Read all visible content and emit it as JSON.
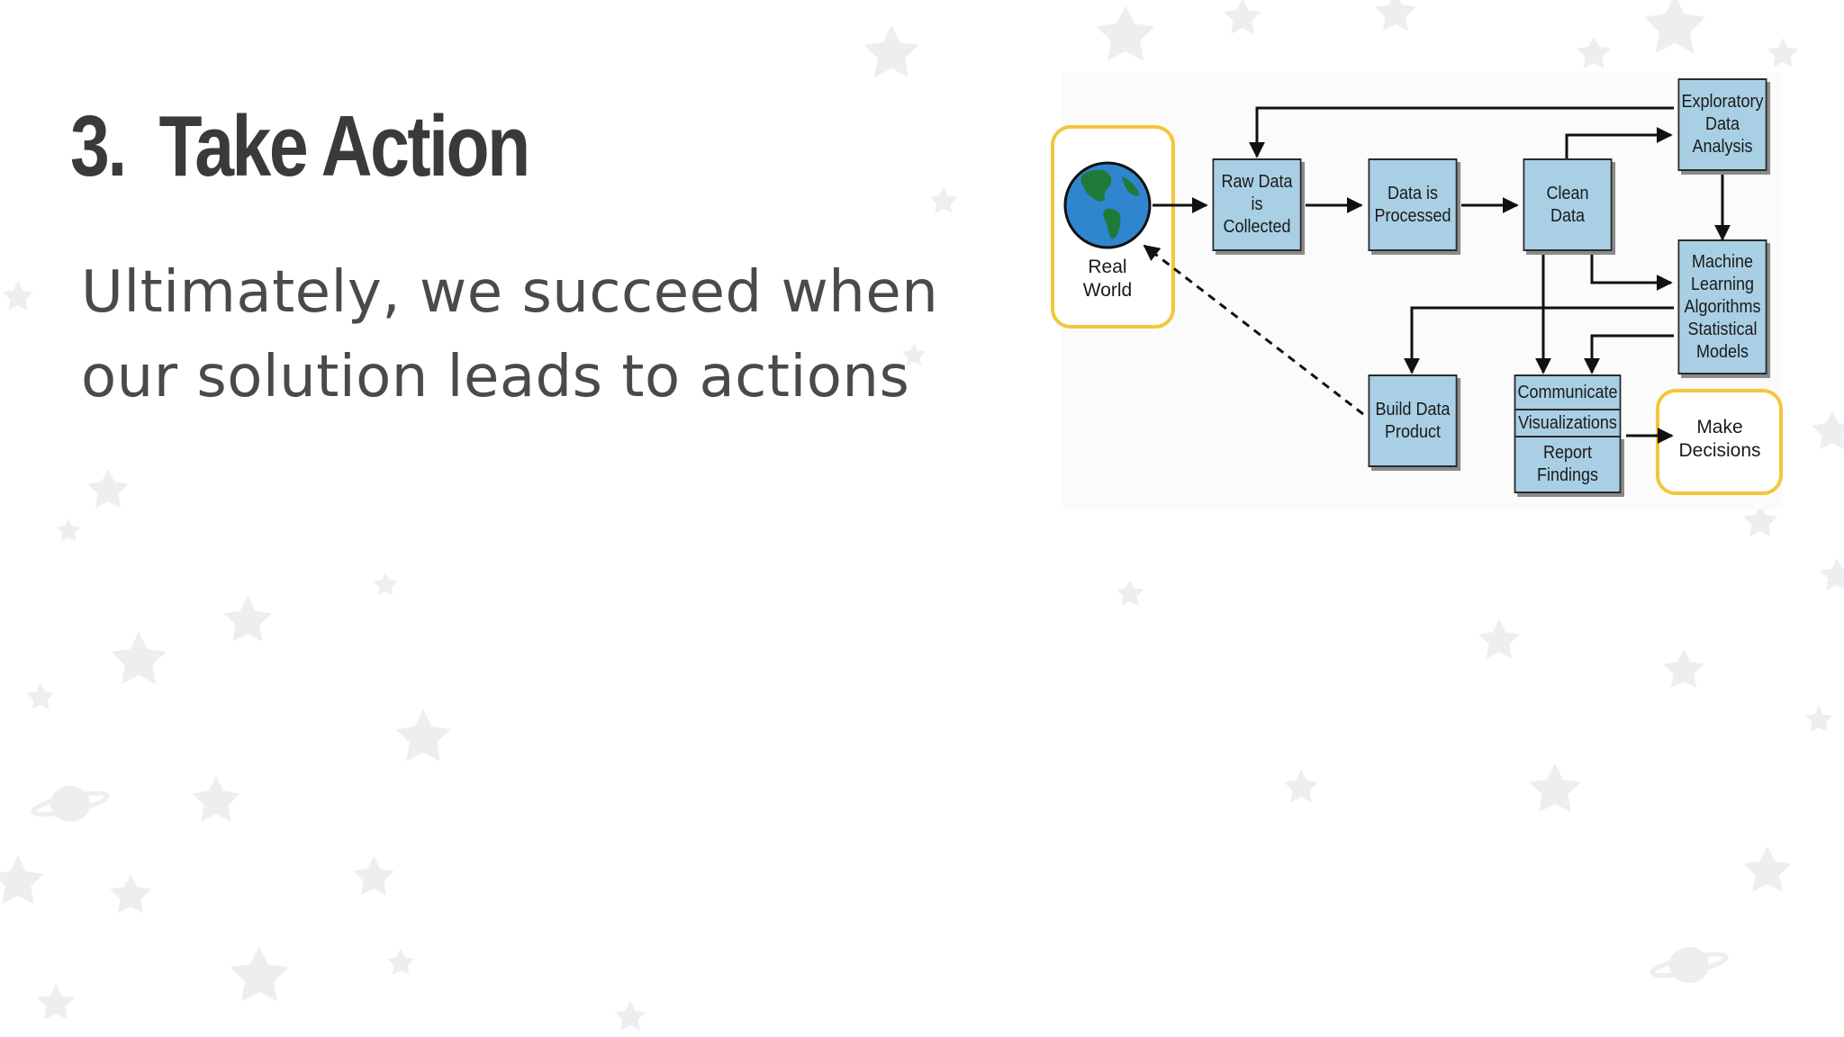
{
  "title": {
    "number": "3.",
    "text": "Take Action"
  },
  "body": "Ultimately, we succeed when our solution leads to actions",
  "diagram": {
    "real_world": "Real\nWorld",
    "raw_data": "Raw Data is\nCollected",
    "processed": "Data is\nProcessed",
    "clean": "Clean\nData",
    "eda": "Exploratory\nData\nAnalysis",
    "ml": "Machine\nLearning\nAlgorithms\nStatistical\nModels",
    "build": "Build Data\nProduct",
    "communicate": "Communicate",
    "visualizations": "Visualizations",
    "report": "Report\nFindings",
    "decisions": "Make\nDecisions"
  },
  "colors": {
    "box": "#a9cfe4",
    "highlight": "#f5c53a",
    "title": "#3a3a3a",
    "body": "#4a4a4a"
  },
  "icons": [
    "globe-icon",
    "star-icon",
    "planet-icon"
  ]
}
